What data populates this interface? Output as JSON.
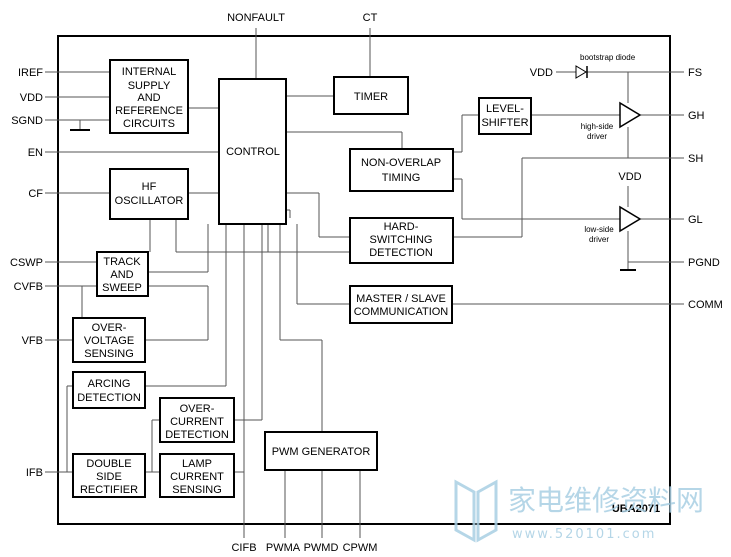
{
  "chip": {
    "name": "UBA2071"
  },
  "blocks": {
    "internal_supply": [
      "INTERNAL",
      "SUPPLY",
      "AND",
      "REFERENCE",
      "CIRCUITS"
    ],
    "control": [
      "CONTROL"
    ],
    "timer": [
      "TIMER"
    ],
    "level_shifter": [
      "LEVEL-",
      "SHIFTER"
    ],
    "non_overlap": [
      "NON-OVERLAP",
      "TIMING"
    ],
    "hf_oscillator": [
      "HF",
      "OSCILLATOR"
    ],
    "hard_switching": [
      "HARD-",
      "SWITCHING",
      "DETECTION"
    ],
    "track_sweep": [
      "TRACK",
      "AND",
      "SWEEP"
    ],
    "master_slave": [
      "MASTER / SLAVE",
      "COMMUNICATION"
    ],
    "over_voltage": [
      "OVER-",
      "VOLTAGE",
      "SENSING"
    ],
    "arcing": [
      "ARCING",
      "DETECTION"
    ],
    "over_current": [
      "OVER-",
      "CURRENT",
      "DETECTION"
    ],
    "double_side": [
      "DOUBLE",
      "SIDE",
      "RECTIFIER"
    ],
    "lamp_current": [
      "LAMP",
      "CURRENT",
      "SENSING"
    ],
    "pwm_generator": [
      "PWM GENERATOR"
    ]
  },
  "pins": {
    "left": [
      "IREF",
      "VDD",
      "SGND",
      "EN",
      "CF",
      "CSWP",
      "CVFB",
      "VFB",
      "IFB"
    ],
    "right": [
      "FS",
      "GH",
      "SH",
      "GL",
      "PGND",
      "COMM"
    ],
    "top": [
      "NONFAULT",
      "CT"
    ],
    "bottom": [
      "CIFB",
      "PWMA",
      "PWMD",
      "CPWM"
    ]
  },
  "annotations": {
    "bootstrap_diode": "bootstrap diode",
    "vdd_bootstrap": "VDD",
    "vdd_low": "VDD",
    "high_side_driver": [
      "high-side",
      "driver"
    ],
    "low_side_driver": [
      "low-side",
      "driver"
    ]
  },
  "watermark": {
    "cn": "家电维修资料网",
    "url": "www.520101.com"
  }
}
